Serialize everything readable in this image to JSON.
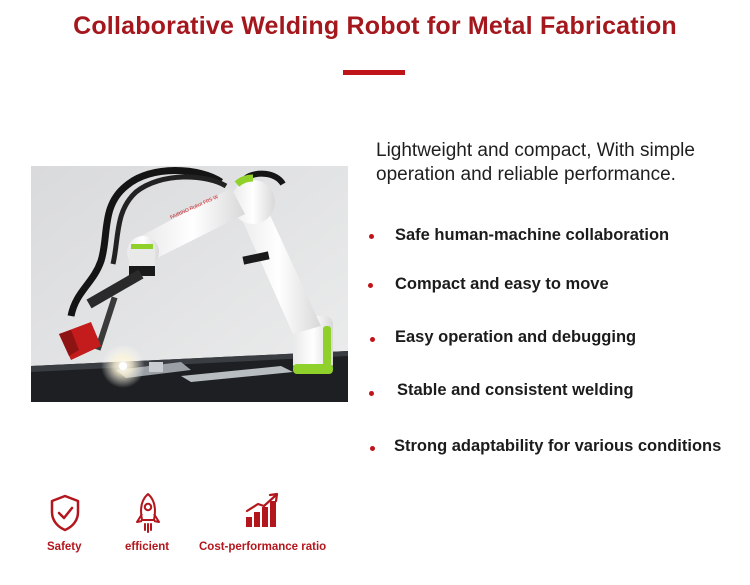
{
  "page": {
    "title": "Collaborative Welding Robot for Metal Fabrication",
    "intro": "Lightweight and compact, With simple operation and reliable performance.",
    "features": [
      "Safe human-machine collaboration",
      "Compact and easy to move",
      "Easy operation and debugging",
      "Stable and consistent welding",
      "Strong adaptability for various conditions"
    ],
    "robot_label": "FAIRINO Robot FR5-W",
    "icons": [
      {
        "icon": "shield-check-icon",
        "label": "Safety"
      },
      {
        "icon": "rocket-icon",
        "label": "efficient"
      },
      {
        "icon": "rising-bars-icon",
        "label": "Cost-performance ratio"
      }
    ]
  },
  "colors": {
    "accent": "#c0141b",
    "title": "#a3171d",
    "robot_green": "#8fd12a",
    "text": "#1c1c1c"
  }
}
